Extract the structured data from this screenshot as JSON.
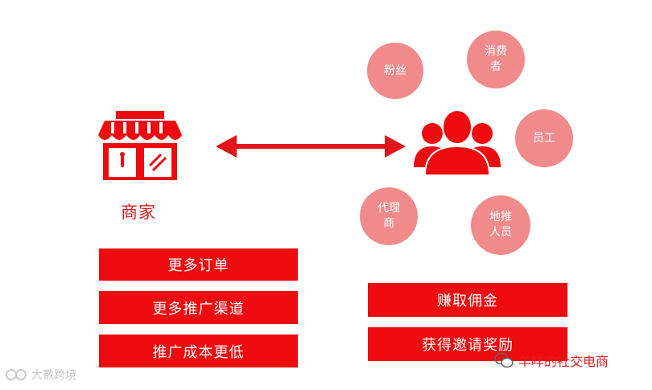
{
  "merchant": {
    "label": "商家",
    "icon": "storefront-icon"
  },
  "link": {
    "icon": "double-arrow-icon"
  },
  "crowd": {
    "icon": "people-group-icon"
  },
  "roles": [
    {
      "label": "粉丝"
    },
    {
      "label": "消费\n者"
    },
    {
      "label": "员工"
    },
    {
      "label": "代理\n商"
    },
    {
      "label": "地推\n人员"
    }
  ],
  "merchant_benefits": [
    "更多订单",
    "更多推广渠道",
    "推广成本更低"
  ],
  "role_benefits": [
    "赚取佣金",
    "获得邀请奖励"
  ],
  "watermarks": {
    "left": "大數跨境",
    "left_icon": "logo-mark-icon",
    "right": "羊咩的社交电商",
    "right_icon": "wechat-icon"
  },
  "colors": {
    "primary_red": "#ee0b0f",
    "bubble_pink": "#f08a8b",
    "merchant_text": "#d81e23"
  }
}
